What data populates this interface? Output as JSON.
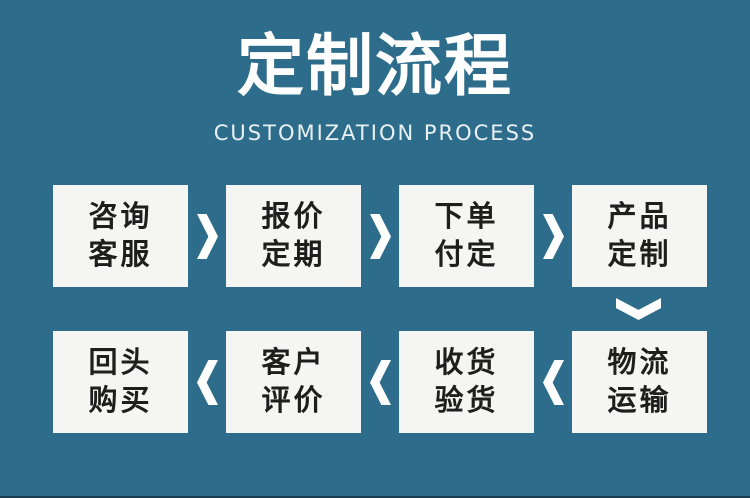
{
  "header": {
    "title": "定制流程",
    "subtitle": "CUSTOMIZATION PROCESS"
  },
  "process": {
    "rows": [
      {
        "direction": "left-to-right",
        "steps": [
          {
            "line1": "咨询",
            "line2": "客服"
          },
          {
            "line1": "报价",
            "line2": "定期"
          },
          {
            "line1": "下单",
            "line2": "付定"
          },
          {
            "line1": "产品",
            "line2": "定制"
          }
        ]
      },
      {
        "direction": "right-to-left",
        "steps": [
          {
            "line1": "回头",
            "line2": "购买"
          },
          {
            "line1": "客户",
            "line2": "评价"
          },
          {
            "line1": "收货",
            "line2": "验货"
          },
          {
            "line1": "物流",
            "line2": "运输"
          }
        ]
      }
    ]
  },
  "icons": {
    "right_arrow": "chevron-right",
    "left_arrow": "chevron-left",
    "down_arrow": "chevron-down"
  },
  "colors": {
    "bg": "#2d6d8b",
    "box": "#f5f5f4",
    "ink": "#1e1e1e",
    "arrow": "#ffffff"
  }
}
